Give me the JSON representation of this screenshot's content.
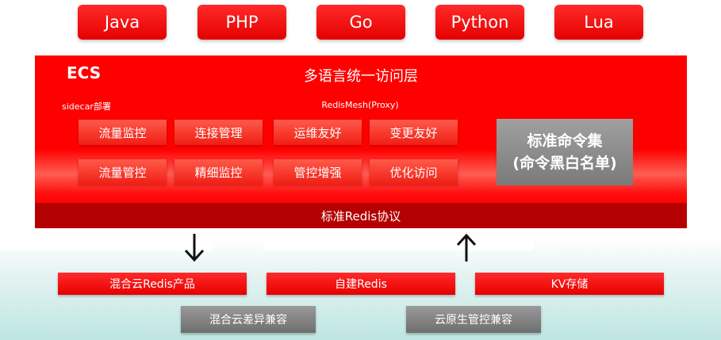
{
  "languages": [
    "Java",
    "PHP",
    "Go",
    "Python",
    "Lua"
  ],
  "ecs": {
    "label": "ECS",
    "title": "多语言统一访问层",
    "sidecar_label": "sidecar部署",
    "mesh_label": "RedisMesh(Proxy)",
    "functions_row1": [
      "流量监控",
      "连接管理",
      "运维友好",
      "变更友好"
    ],
    "functions_row2": [
      "流量管控",
      "精细监控",
      "管控增强",
      "优化访问"
    ],
    "standard_command": {
      "line1": "标准命令集",
      "line2": "(命令黑白名单)"
    },
    "protocol": "标准Redis协议"
  },
  "backends": [
    "混合云Redis产品",
    "自建Redis",
    "KV存储"
  ],
  "compat": [
    "混合云差异兼容",
    "云原生管控兼容"
  ],
  "colors": {
    "primary_red": "#ff0000",
    "dark_red": "#b40000",
    "gray": "#7a7a7a"
  }
}
